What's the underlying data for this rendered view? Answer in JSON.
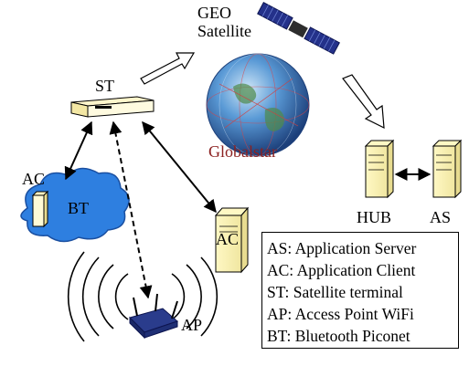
{
  "labels": {
    "geo_line1": "GEO",
    "geo_line2": "Satellite",
    "st": "ST",
    "globalstar": "Globalstar",
    "hub": "HUB",
    "as": "AS",
    "ac_top": "AC",
    "bt": "BT",
    "ac_server": "AC",
    "ap": "AP"
  },
  "legend": [
    "AS: Application Server",
    "AC: Application Client",
    "ST: Satellite terminal",
    "AP: Access Point WiFi",
    "BT: Bluetooth Piconet"
  ],
  "colors": {
    "cloud": "#2e7fe0",
    "server": "#fffbd6",
    "globe": "#3a7cc9",
    "satellite": "#24318a",
    "globalstar_text": "#8b2020",
    "router": "#2a3c8c"
  }
}
